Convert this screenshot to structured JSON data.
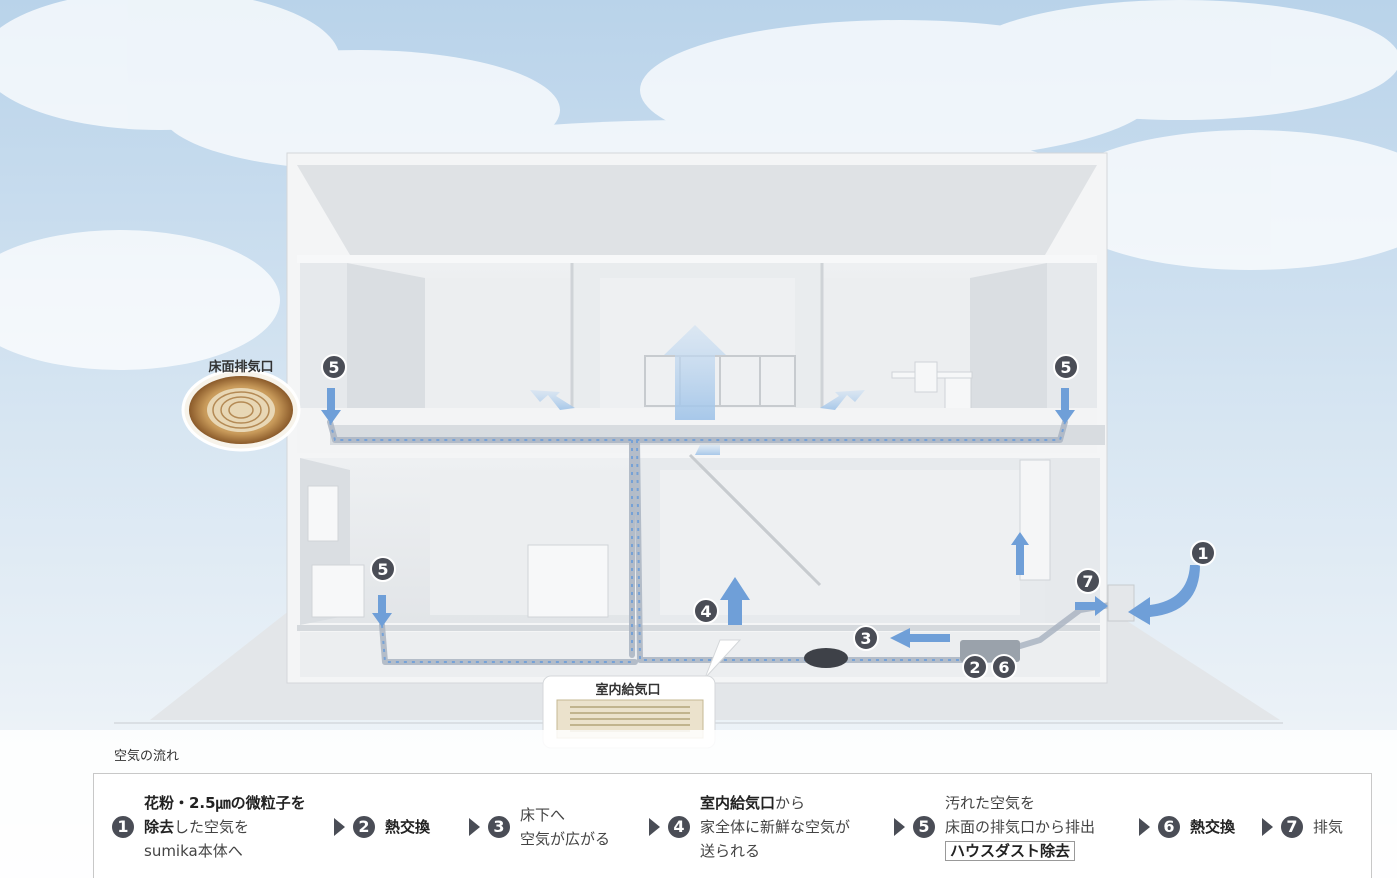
{
  "callouts": {
    "floor_exhaust": "床面排気口",
    "indoor_supply": "室内給気口"
  },
  "markers": [
    "5",
    "5",
    "5",
    "4",
    "3",
    "2",
    "6",
    "7",
    "1"
  ],
  "flow_title": "空気の流れ",
  "legend": {
    "steps": [
      {
        "num": "1",
        "line1_bold": "花粉・2.5㎛の微粒子を",
        "line2_bold": "除去",
        "line2_rest": "した空気を",
        "line3": "sumika本体へ"
      },
      {
        "num": "2",
        "bold": "熱交換"
      },
      {
        "num": "3",
        "line1": "床下へ",
        "line2": "空気が広がる"
      },
      {
        "num": "4",
        "line1_bold": "室内給気口",
        "line1_rest": "から",
        "line2": "家全体に新鮮な空気が",
        "line3": "送られる"
      },
      {
        "num": "5",
        "line1": "汚れた空気を",
        "line2": "床面の排気口から排出",
        "line3_boxed": "ハウスダスト除去"
      },
      {
        "num": "6",
        "bold": "熱交換"
      },
      {
        "num": "7",
        "text": "排気"
      }
    ]
  },
  "colors": {
    "marker": "#4a4d56",
    "arrow": "#6f9fd8",
    "duct": "#aab4c2"
  }
}
